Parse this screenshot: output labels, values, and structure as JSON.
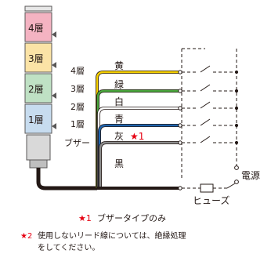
{
  "tower": {
    "layers": [
      "4層",
      "3層",
      "2層",
      "1層"
    ],
    "colors": {
      "layer4": "#f4b3c2",
      "layer3": "#fbe3a6",
      "layer2": "#bfe1c4",
      "layer1": "#c7dcef",
      "buzzer_body": "#d9d9d9",
      "outline": "#595757"
    }
  },
  "wires": {
    "left_labels": [
      "4層",
      "3層",
      "2層",
      "1層",
      "ブザー"
    ],
    "colors": [
      {
        "label": "黄",
        "color": "#f5d000"
      },
      {
        "label": "緑",
        "color": "#4aa83d"
      },
      {
        "label": "白",
        "color": "#ffffff"
      },
      {
        "label": "青",
        "color": "#1f64ad"
      },
      {
        "label": "灰",
        "color": "#8c8c8c",
        "mark": "★1"
      },
      {
        "label": "黒",
        "color": "#231815"
      }
    ]
  },
  "power": {
    "fuse_label": "ヒューズ",
    "source_label": "電源"
  },
  "notes": {
    "note1_mark": "★1",
    "note1_text": "ブザータイプのみ",
    "note2_mark": "★2",
    "note2_line1": "使用しないリード線については、絶縁処理",
    "note2_line2": "をしてください。"
  },
  "accent": "#e60012"
}
